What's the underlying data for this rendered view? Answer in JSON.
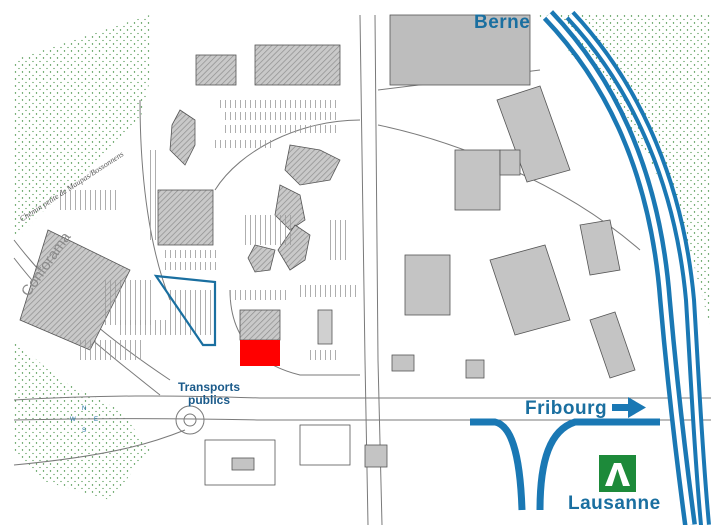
{
  "labels": {
    "berne": "Berne",
    "fribourg": "Fribourg",
    "lausanne": "Lausanne",
    "transports_line1": "Transports",
    "transports_line2": "publics",
    "conforama": "Conforama",
    "chemin": "Chemin petite de Maupas/Bossonnens"
  },
  "compass": {
    "n": "N",
    "e": "E",
    "s": "S",
    "w": "W"
  },
  "icons": {
    "highway": "highway-sign-icon",
    "arrow": "direction-arrow-icon"
  },
  "colors": {
    "route": "#1a78b4",
    "highlight": "#ff0000",
    "highway": "#1d8a3a",
    "building": "#bdbdbd",
    "forest": "#2e7d32"
  }
}
